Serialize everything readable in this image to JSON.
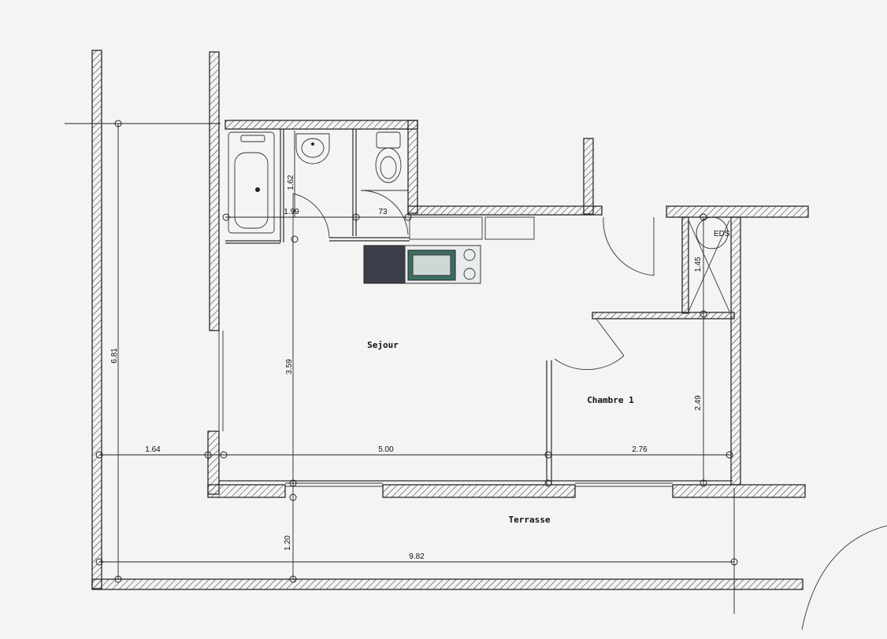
{
  "rooms": {
    "sejour": "Sejour",
    "chambre": "Chambre 1",
    "terrasse": "Terrasse"
  },
  "equipment": {
    "eds": "EDS"
  },
  "dimensions": {
    "total_height": "6.81",
    "sejour_depth": "3.59",
    "bath_height": "1.62",
    "bath_width": "1.99",
    "wc_width": "73",
    "closet_height": "1.45",
    "chambre_depth": "2.49",
    "left_width": "1.64",
    "sejour_width": "5.00",
    "chambre_width": "2.76",
    "terrace_depth": "1.20",
    "total_width": "9.82"
  }
}
